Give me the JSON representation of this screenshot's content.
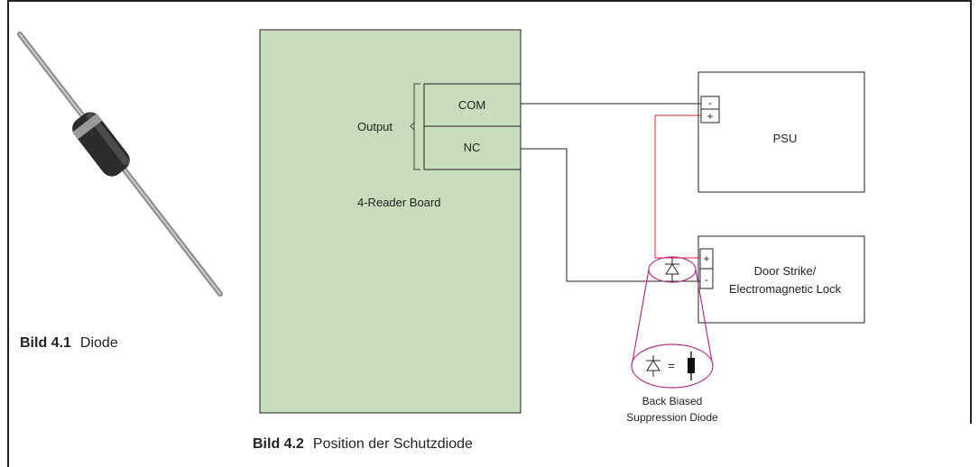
{
  "figure_left": {
    "caption_number": "Bild 4.1",
    "caption_text": "Diode"
  },
  "figure_right": {
    "caption_number": "Bild 4.2",
    "caption_text": "Position der Schutzdiode",
    "board_label": "4-Reader Board",
    "output_label": "Output",
    "com_label": "COM",
    "nc_label": "NC",
    "psu_label": "PSU",
    "psu_minus": "-",
    "psu_plus": "+",
    "lock_plus": "+",
    "lock_minus": "-",
    "lock_label_line1": "Door Strike/",
    "lock_label_line2": "Electromagnetic Lock",
    "equals": "=",
    "diode_label_line1": "Back Biased",
    "diode_label_line2": "Suppression Diode"
  },
  "colors": {
    "board_fill": "#c9dcbb",
    "wire": "#222222",
    "red_wire": "#e0262a",
    "magnifier": "#b0308a"
  }
}
